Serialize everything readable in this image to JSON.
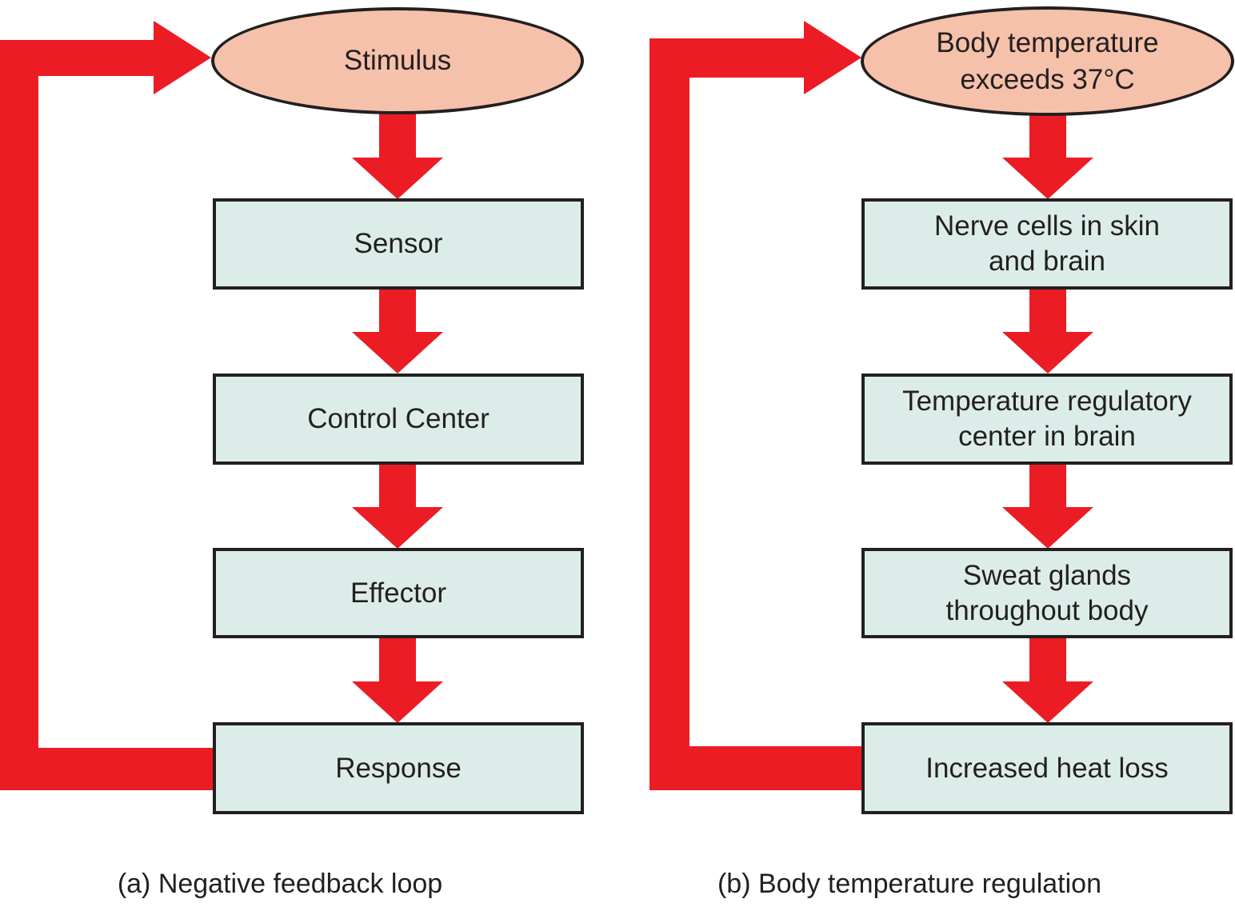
{
  "colors": {
    "arrow_red": "#EC1C24",
    "ellipse_fill": "#F6C1AA",
    "box_fill": "#DCEDE9",
    "outline": "#231F20",
    "text": "#231F20"
  },
  "panel_a": {
    "caption": "(a) Negative feedback loop",
    "ellipse": {
      "line1": "Stimulus",
      "line2": ""
    },
    "boxes": [
      {
        "line1": "Sensor",
        "line2": ""
      },
      {
        "line1": "Control Center",
        "line2": ""
      },
      {
        "line1": "Effector",
        "line2": ""
      },
      {
        "line1": "Response",
        "line2": ""
      }
    ]
  },
  "panel_b": {
    "caption": "(b) Body temperature regulation",
    "ellipse": {
      "line1": "Body temperature",
      "line2": "exceeds 37°C"
    },
    "boxes": [
      {
        "line1": "Nerve cells in skin",
        "line2": "and brain"
      },
      {
        "line1": "Temperature regulatory",
        "line2": "center in brain"
      },
      {
        "line1": "Sweat glands",
        "line2": "throughout body"
      },
      {
        "line1": "Increased heat loss",
        "line2": ""
      }
    ]
  }
}
